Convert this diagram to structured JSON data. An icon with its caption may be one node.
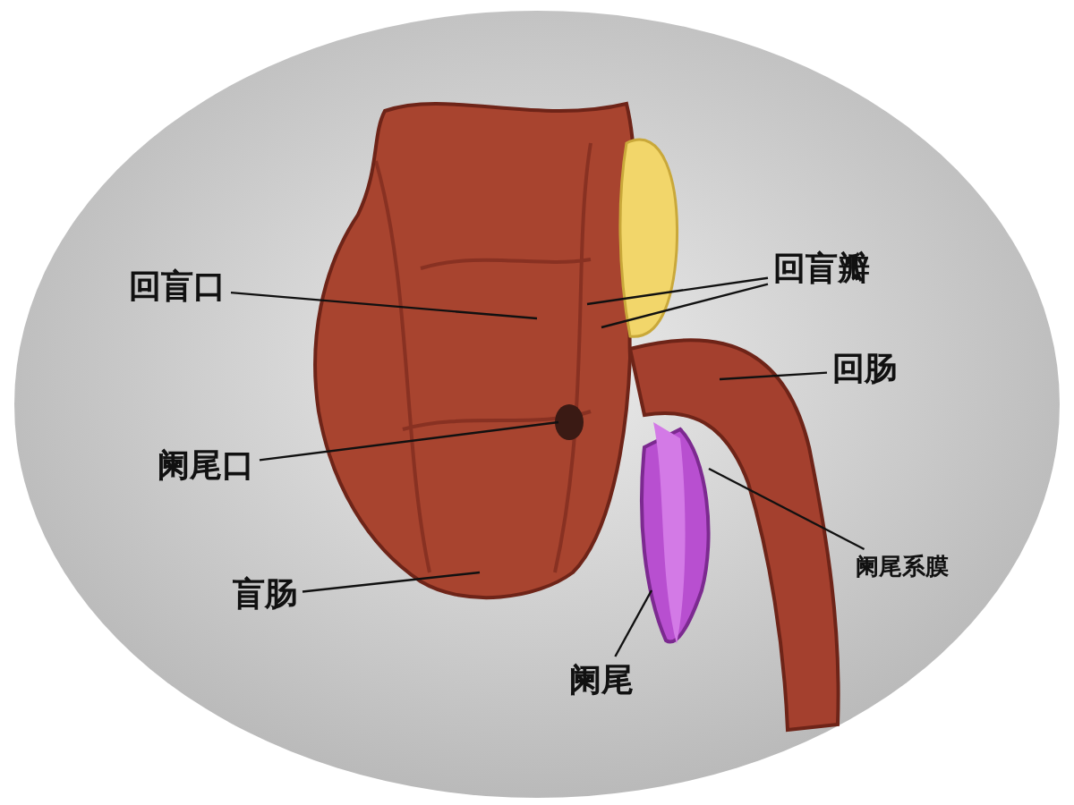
{
  "diagram": {
    "nodes": [
      {
        "text": [
          "回盲口"
        ]
      },
      {
        "text": [
          "回盲瓣"
        ]
      },
      {
        "text": [
          "回肠"
        ]
      },
      {
        "text": [
          "阑尾口"
        ]
      },
      {
        "text": [
          "盲肠"
        ]
      },
      {
        "text": [
          "阑尾系膜"
        ]
      },
      {
        "text": [
          "阑尾"
        ]
      }
    ],
    "edges": [
      {
        "from": 0,
        "to": null,
        "arrow": "none"
      },
      {
        "from": 1,
        "to": null,
        "arrow": "none"
      },
      {
        "from": 1,
        "to": null,
        "arrow": "none"
      },
      {
        "from": 2,
        "to": null,
        "arrow": "none"
      },
      {
        "from": 3,
        "to": null,
        "arrow": "none"
      },
      {
        "from": 4,
        "to": null,
        "arrow": "none"
      },
      {
        "from": 5,
        "to": null,
        "arrow": "none"
      },
      {
        "from": 6,
        "to": null,
        "arrow": "none"
      }
    ]
  }
}
